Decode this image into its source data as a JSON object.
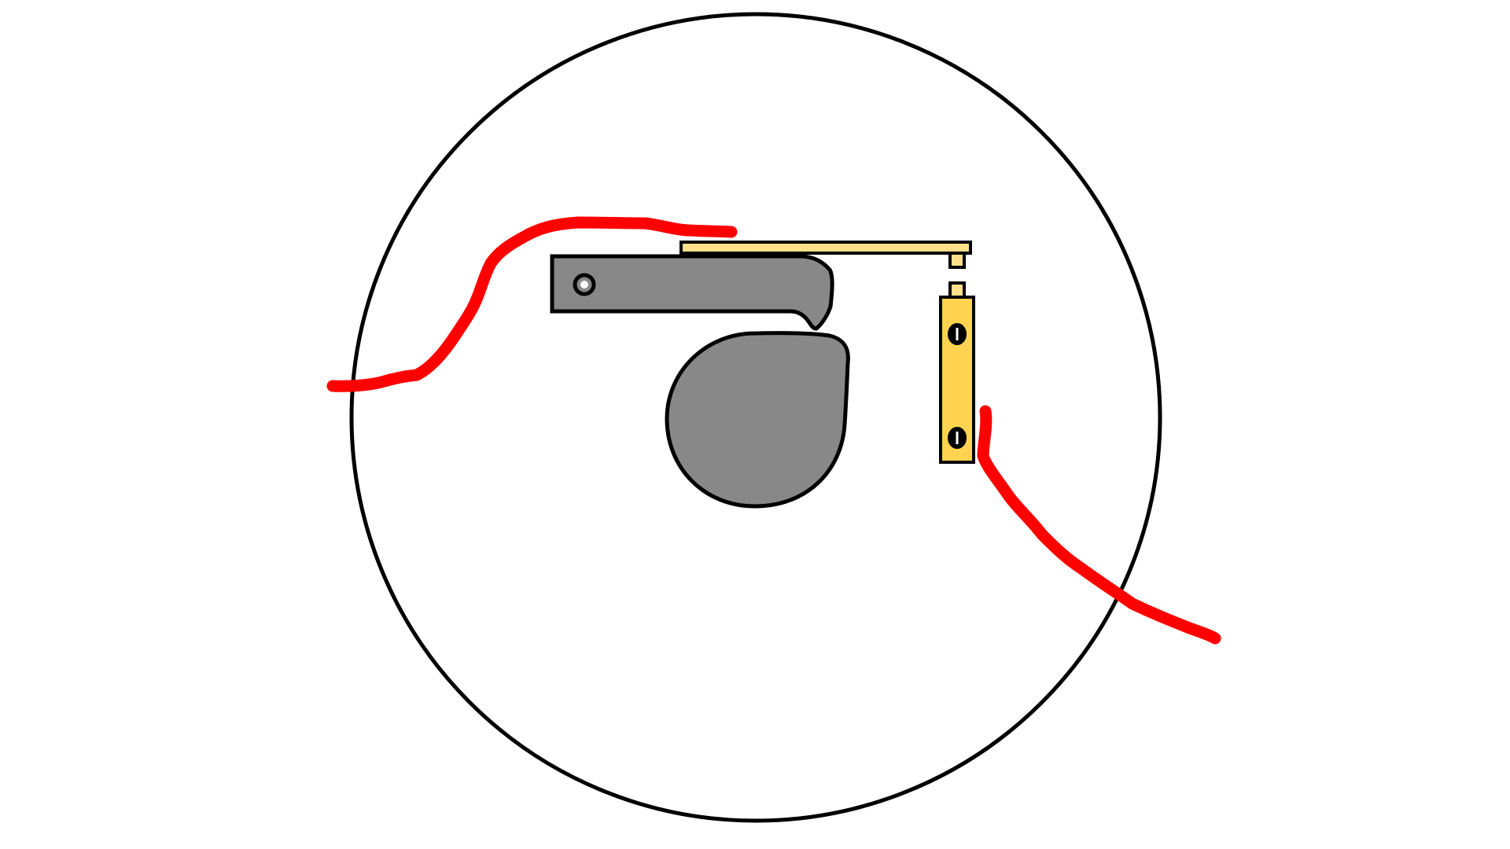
{
  "diagram": {
    "colors": {
      "background": "#ffffff",
      "outline": "#000000",
      "enclosure": "#000000",
      "cam": "#888888",
      "lever_arm": "#888888",
      "contact_strip": "#ffe08a",
      "contact_block": "#ffd350",
      "wire": "#ff0000"
    },
    "parts": {
      "enclosure": "circle-outline",
      "cam": "teardrop-cam",
      "lever_arm": "follower-lever",
      "contact_strip": "spring-contact-strip",
      "contact_block": "fixed-contact-block",
      "wire_left": "red-lead-wire",
      "wire_right": "red-lead-wire"
    },
    "icons": {
      "pivot_hole": "pivot-hole-icon",
      "screw_top": "screw-icon",
      "screw_bottom": "screw-icon"
    }
  }
}
